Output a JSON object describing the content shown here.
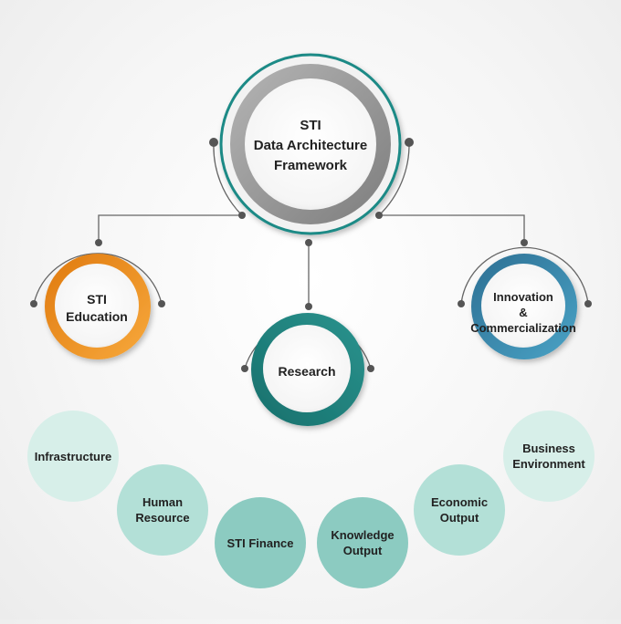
{
  "main_node": {
    "lines": [
      "STI",
      "Data Architecture",
      "Framework"
    ]
  },
  "category_nodes": {
    "education": {
      "lines": [
        "STI",
        "Education"
      ],
      "color": "#f39a1e"
    },
    "research": {
      "lines": [
        "Research"
      ],
      "color": "#1f7e7b"
    },
    "innovation": {
      "lines": [
        "Innovation",
        "&",
        "Commercialization"
      ],
      "color": "#3b8fb4"
    }
  },
  "bubbles": [
    {
      "lines": [
        "Infrastructure"
      ]
    },
    {
      "lines": [
        "Human",
        "Resource"
      ]
    },
    {
      "lines": [
        "STI Finance"
      ]
    },
    {
      "lines": [
        "Knowledge",
        "Output"
      ]
    },
    {
      "lines": [
        "Economic",
        "Output"
      ]
    },
    {
      "lines": [
        "Business",
        "Environment"
      ]
    }
  ],
  "colors": {
    "connector": "#666666",
    "main_ring_outer": "#1f8a86",
    "main_ring_gray": "#9a9a9a",
    "bubble_light": "#d6efe9",
    "bubble_mid": "#a9dcd2",
    "bubble_dark": "#8fccc2"
  }
}
